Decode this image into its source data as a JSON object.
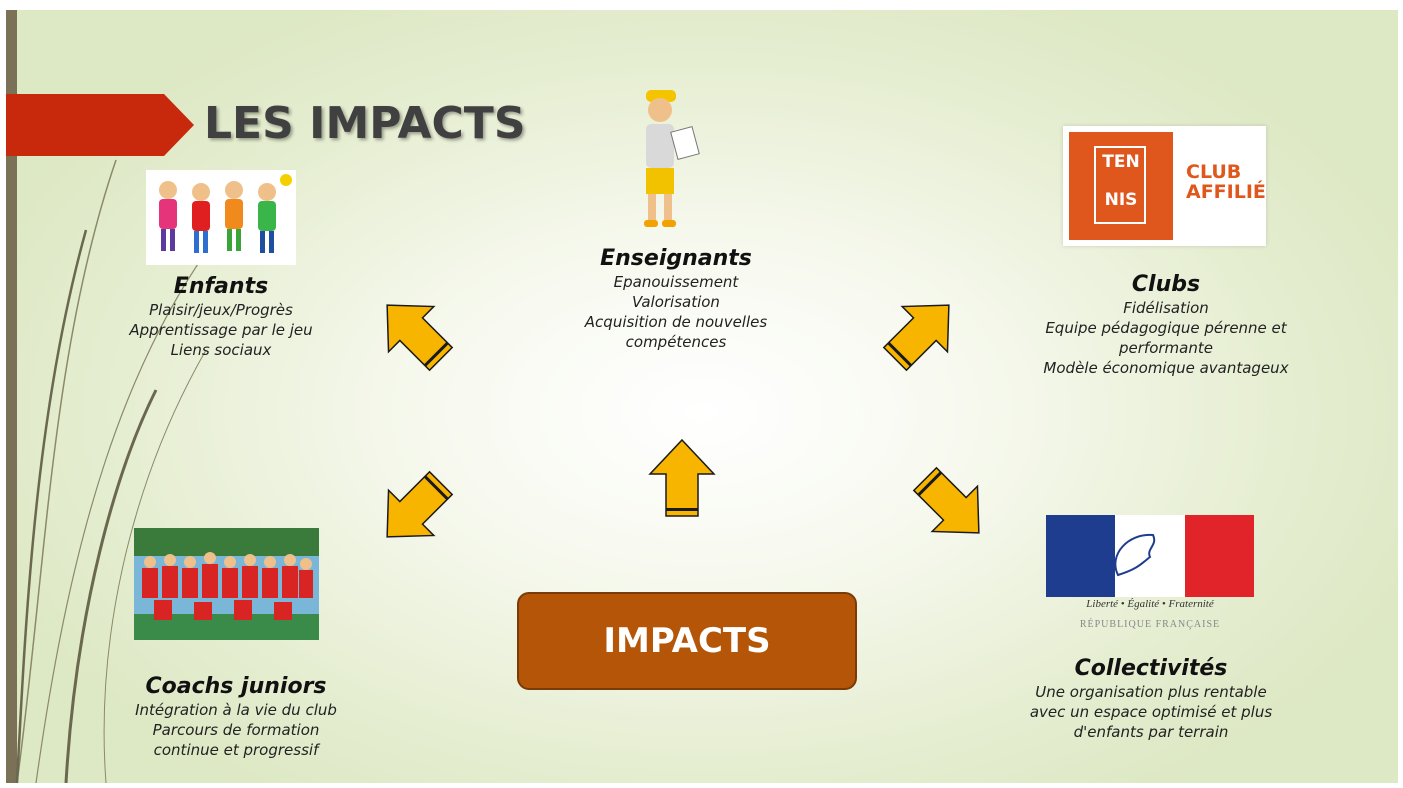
{
  "title": "LES IMPACTS",
  "center_label": "IMPACTS",
  "colors": {
    "arrow_fill": "#f7b500",
    "arrow_stroke": "#1a1a1a",
    "title_arrow": "#c8290d",
    "center_box": "#b45508",
    "tennis_orange": "#e0571d"
  },
  "nodes": {
    "enfants": {
      "head": "Enfants",
      "lines": [
        "Plaisir/jeux/Progrès",
        "Apprentissage par le jeu",
        "Liens sociaux"
      ]
    },
    "enseignants": {
      "head": "Enseignants",
      "lines": [
        "Epanouissement",
        "Valorisation",
        "Acquisition de nouvelles",
        "compétences"
      ]
    },
    "clubs": {
      "head": "Clubs",
      "lines": [
        "Fidélisation",
        "Equipe pédagogique pérenne et",
        "performante",
        "Modèle économique avantageux"
      ]
    },
    "coachs": {
      "head": "Coachs juniors",
      "lines": [
        "Intégration à la vie du club",
        "Parcours de formation",
        "continue et progressif"
      ]
    },
    "collectivites": {
      "head": "Collectivités",
      "lines": [
        "Une organisation plus rentable",
        "avec un espace optimisé et plus",
        "d'enfants par terrain"
      ]
    }
  },
  "tennis_logo": {
    "top": "TEN",
    "bottom": "NIS",
    "line1": "CLUB",
    "line2": "AFFILIÉ"
  },
  "marianne_logo": {
    "motto": "Liberté • Égalité • Fraternité",
    "republic": "RÉPUBLIQUE FRANÇAISE"
  }
}
